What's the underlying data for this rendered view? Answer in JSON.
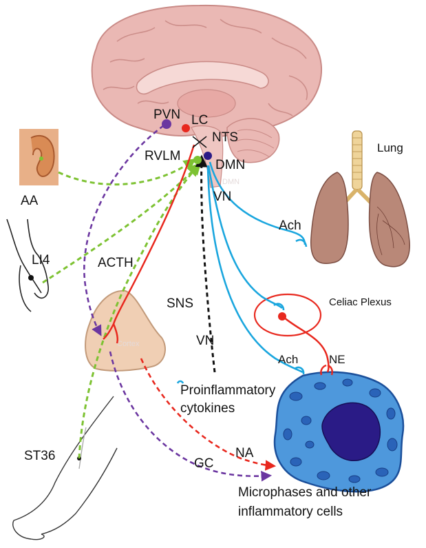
{
  "labels": {
    "pvn": "PVN",
    "lc": "LC",
    "nts": "NTS",
    "rvlm": "RVLM",
    "dmn": "DMN",
    "dmn_faint": "DMN",
    "vn_top": "VN",
    "vn_mid": "VN",
    "lung": "Lung",
    "ach_lung": "Ach",
    "aa": "AA",
    "li4": "LI4",
    "acth": "ACTH",
    "sns": "SNS",
    "celiac": "Celiac Plexus",
    "ach_cell": "Ach",
    "ne": "NE",
    "proinflammatory_line1": "Proinflammatory",
    "proinflammatory_line2": "cytokines",
    "st36": "ST36",
    "gc": "GC",
    "na": "NA",
    "cells_line1": "Microphases and other",
    "cells_line2": "inflammatory cells"
  },
  "colors": {
    "brain": "#eab8b4",
    "brain_outline": "#c98a86",
    "vagus": "#1aa6de",
    "sympathetic": "#e8281e",
    "acupoint_path": "#7dc232",
    "hpa_path": "#6b36a0",
    "sns_path": "#111111",
    "cell_fill": "#4e98dc",
    "nucleus": "#2a1b86"
  }
}
